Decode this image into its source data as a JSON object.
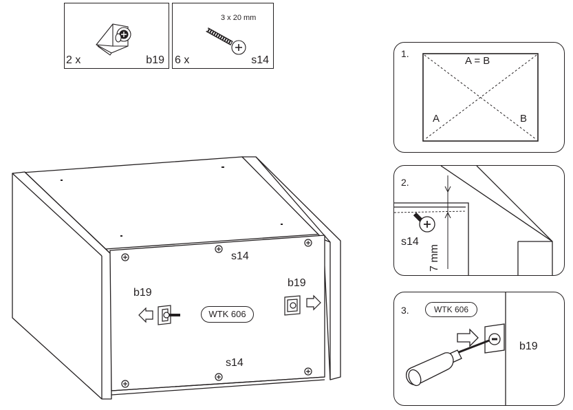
{
  "parts": [
    {
      "qty": "2 x",
      "code": "b19",
      "spec": "",
      "icon": "cam-connector-icon"
    },
    {
      "qty": "6 x",
      "code": "s14",
      "spec": "3 x 20 mm",
      "icon": "screw-icon"
    }
  ],
  "main": {
    "top_screw_label": "s14",
    "bottom_screw_label": "s14",
    "left_connector_label": "b19",
    "right_connector_label": "b19",
    "product_code": "WTK 606"
  },
  "steps": [
    {
      "number": "1.",
      "diagonal_rule": "A = B",
      "corner_a": "A",
      "corner_b": "B"
    },
    {
      "number": "2.",
      "screw_label": "s14",
      "distance": "7 mm"
    },
    {
      "number": "3.",
      "product_code": "WTK 606",
      "connector_label": "b19"
    }
  ],
  "colors": {
    "line": "#231f20",
    "background": "#ffffff"
  }
}
